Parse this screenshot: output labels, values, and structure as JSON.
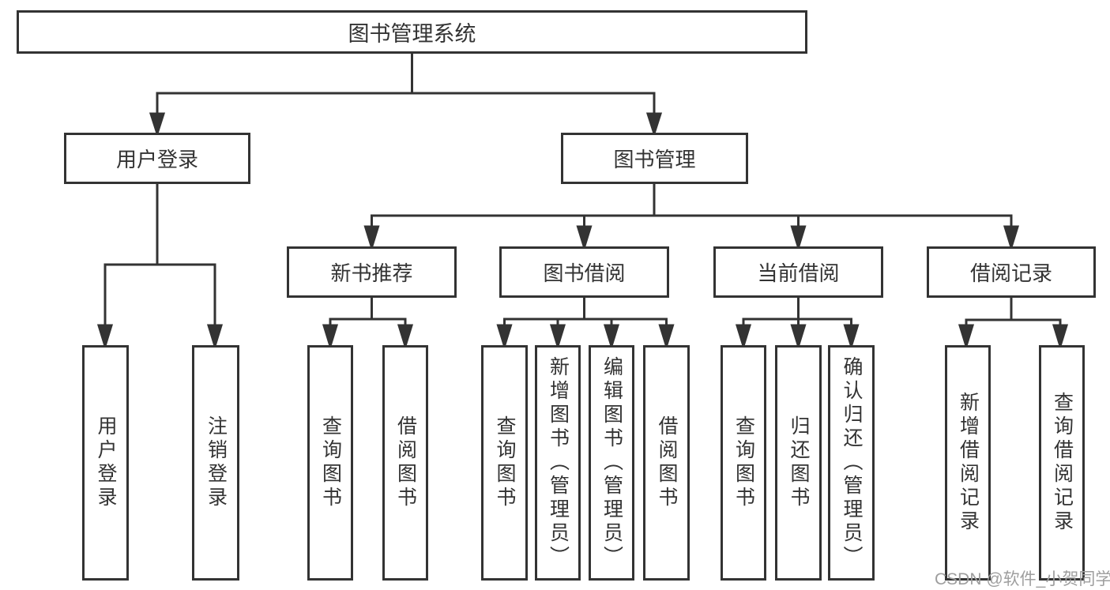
{
  "diagram_title": "图书管理系统",
  "root": {
    "label": "图书管理系统"
  },
  "level2": [
    {
      "label": "用户登录"
    },
    {
      "label": "图书管理"
    }
  ],
  "level3": [
    {
      "label": "新书推荐",
      "parent": "图书管理"
    },
    {
      "label": "图书借阅",
      "parent": "图书管理"
    },
    {
      "label": "当前借阅",
      "parent": "图书管理"
    },
    {
      "label": "借阅记录",
      "parent": "图书管理"
    }
  ],
  "leaves": [
    {
      "label": "用户登录",
      "parent": "用户登录"
    },
    {
      "label": "注销登录",
      "parent": "用户登录"
    },
    {
      "label": "查询图书",
      "parent": "新书推荐"
    },
    {
      "label": "借阅图书",
      "parent": "新书推荐"
    },
    {
      "label": "查询图书",
      "parent": "图书借阅"
    },
    {
      "label": "新增图书（管理员）",
      "parent": "图书借阅"
    },
    {
      "label": "编辑图书（管理员）",
      "parent": "图书借阅"
    },
    {
      "label": "借阅图书",
      "parent": "图书借阅"
    },
    {
      "label": "查询图书",
      "parent": "当前借阅"
    },
    {
      "label": "归还图书",
      "parent": "当前借阅"
    },
    {
      "label": "确认归还（管理员）",
      "parent": "当前借阅"
    },
    {
      "label": "新增借阅记录",
      "parent": "借阅记录"
    },
    {
      "label": "查询借阅记录",
      "parent": "借阅记录"
    }
  ],
  "watermark": {
    "text": "CSDN @软件_小贺同学"
  },
  "colors": {
    "line": "#333333",
    "text": "#333333",
    "background": "#ffffff",
    "watermark": "#9e9e9e"
  }
}
